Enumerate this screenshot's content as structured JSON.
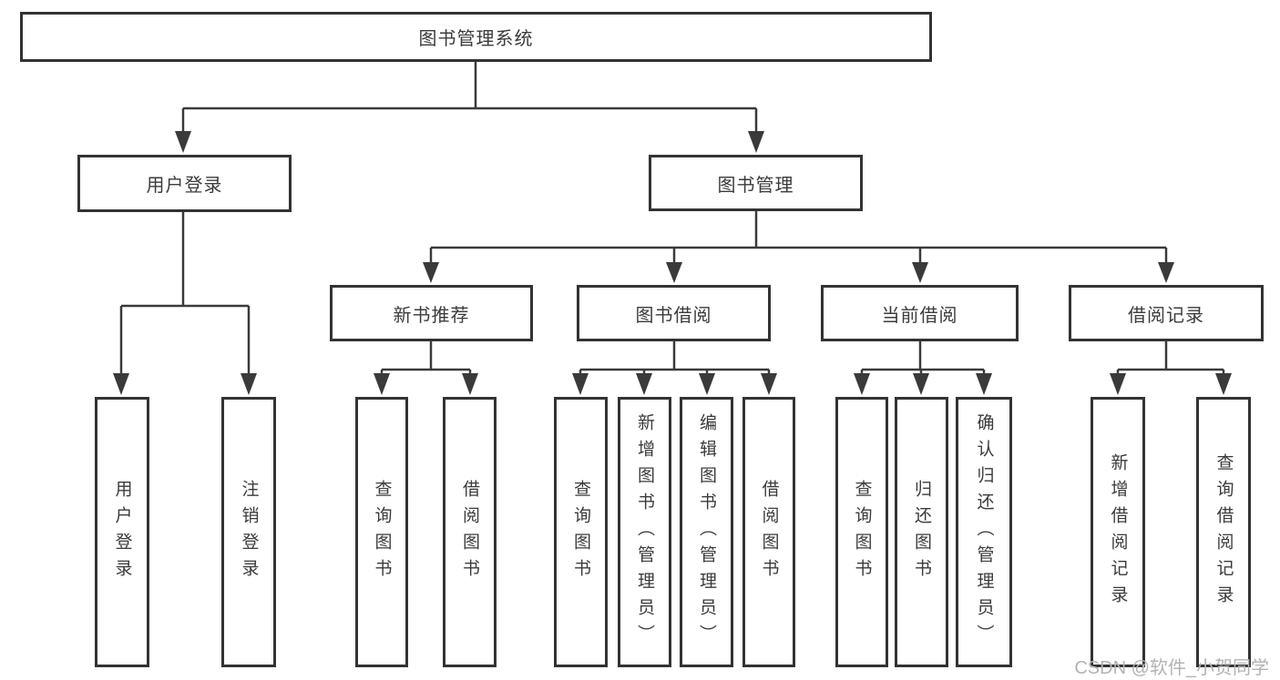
{
  "colors": {
    "line": "#3a3a3a",
    "border": "#333333",
    "text": "#3b3b3b",
    "watermark": "#b3b3b3",
    "bg": "#ffffff"
  },
  "root": {
    "label": "图书管理系统"
  },
  "level2": {
    "user_login": "用户登录",
    "book_mgmt": "图书管理"
  },
  "level3": {
    "new_book_rec": "新书推荐",
    "book_borrow": "图书借阅",
    "current_borrow": "当前借阅",
    "borrow_records": "借阅记录"
  },
  "leaves": {
    "user_login": [
      "用户登录",
      "注销登录"
    ],
    "new_book_rec": [
      "查询图书",
      "借阅图书"
    ],
    "book_borrow": [
      "查询图书",
      "新增图书（管理员）",
      "编辑图书（管理员）",
      "借阅图书"
    ],
    "current_borrow": [
      "查询图书",
      "归还图书",
      "确认归还（管理员）"
    ],
    "borrow_records": [
      "新增借阅记录",
      "查询借阅记录"
    ]
  },
  "watermark": "CSDN @软件_小贺同学"
}
